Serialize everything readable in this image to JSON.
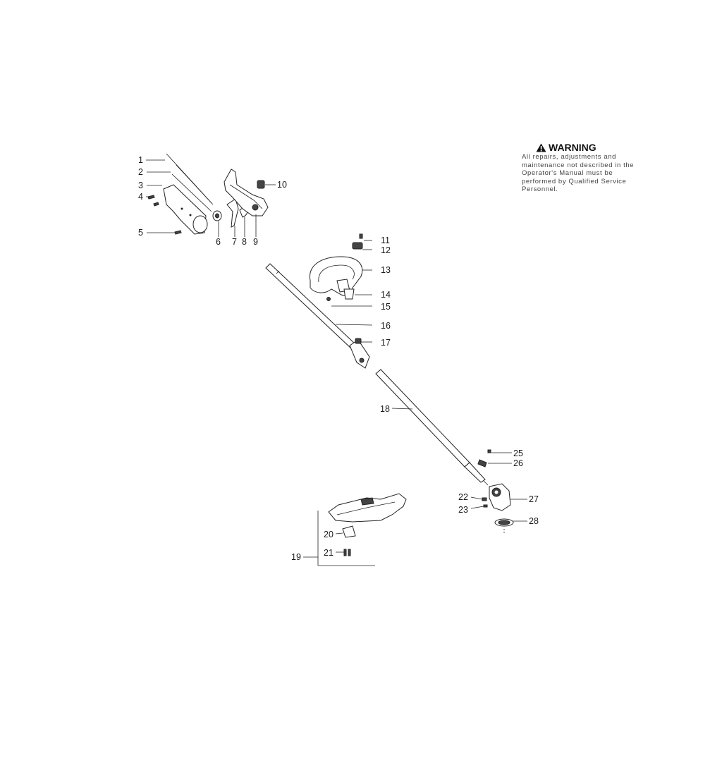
{
  "warning": {
    "title": "WARNING",
    "body": "All repairs, adjustments and maintenance not described in the Operator's Manual must be performed by Qualified Service Personnel.",
    "icon": "warning-triangle-icon"
  },
  "callouts": [
    "1",
    "2",
    "3",
    "4",
    "5",
    "6",
    "7",
    "8",
    "9",
    "10",
    "11",
    "12",
    "13",
    "14",
    "15",
    "16",
    "17",
    "18",
    "19",
    "20",
    "21",
    "22",
    "23",
    "25",
    "26",
    "27",
    "28"
  ]
}
